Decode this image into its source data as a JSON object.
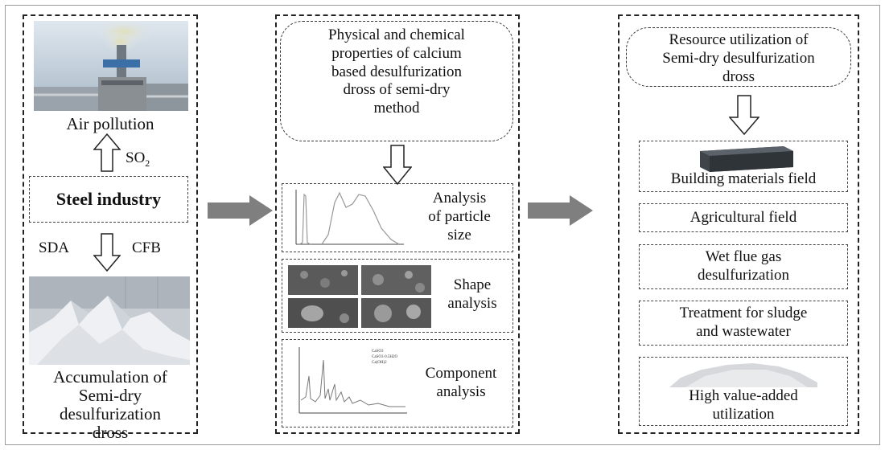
{
  "left": {
    "air_pollution": "Air pollution",
    "so2_main": "SO",
    "so2_sub": "2",
    "steel_industry": "Steel industry",
    "sda": "SDA",
    "cfb": "CFB",
    "accumulation": [
      "Accumulation of",
      "Semi-dry",
      "desulfurization",
      "dross"
    ]
  },
  "middle": {
    "properties": [
      "Physical and chemical",
      "properties of  calcium",
      "based desulfurization",
      "dross of semi-dry",
      "method"
    ],
    "particle_size": [
      "Analysis",
      "of particle",
      "size"
    ],
    "shape": [
      "Shape",
      "analysis"
    ],
    "component": [
      "Component",
      "analysis"
    ]
  },
  "right": {
    "resource": [
      "Resource utilization of",
      "Semi-dry desulfurization",
      "dross"
    ],
    "building": "Building materials field",
    "agricultural": "Agricultural field",
    "wet_flue": [
      "Wet flue gas",
      "desulfurization"
    ],
    "treatment": [
      "Treatment for sludge",
      "and wastewater"
    ],
    "high_value": [
      "High value-added",
      "utilization"
    ]
  },
  "xrd_legend": [
    "CaSO3",
    "CaSO3·0.5H2O",
    "Ca(OH)2"
  ],
  "colors": {
    "arrow_fill": "#7f7f7f",
    "border": "#222222",
    "smoke": "#d9d6b0",
    "sky": "#b9c7d6",
    "powder": "#e6e8eb"
  }
}
